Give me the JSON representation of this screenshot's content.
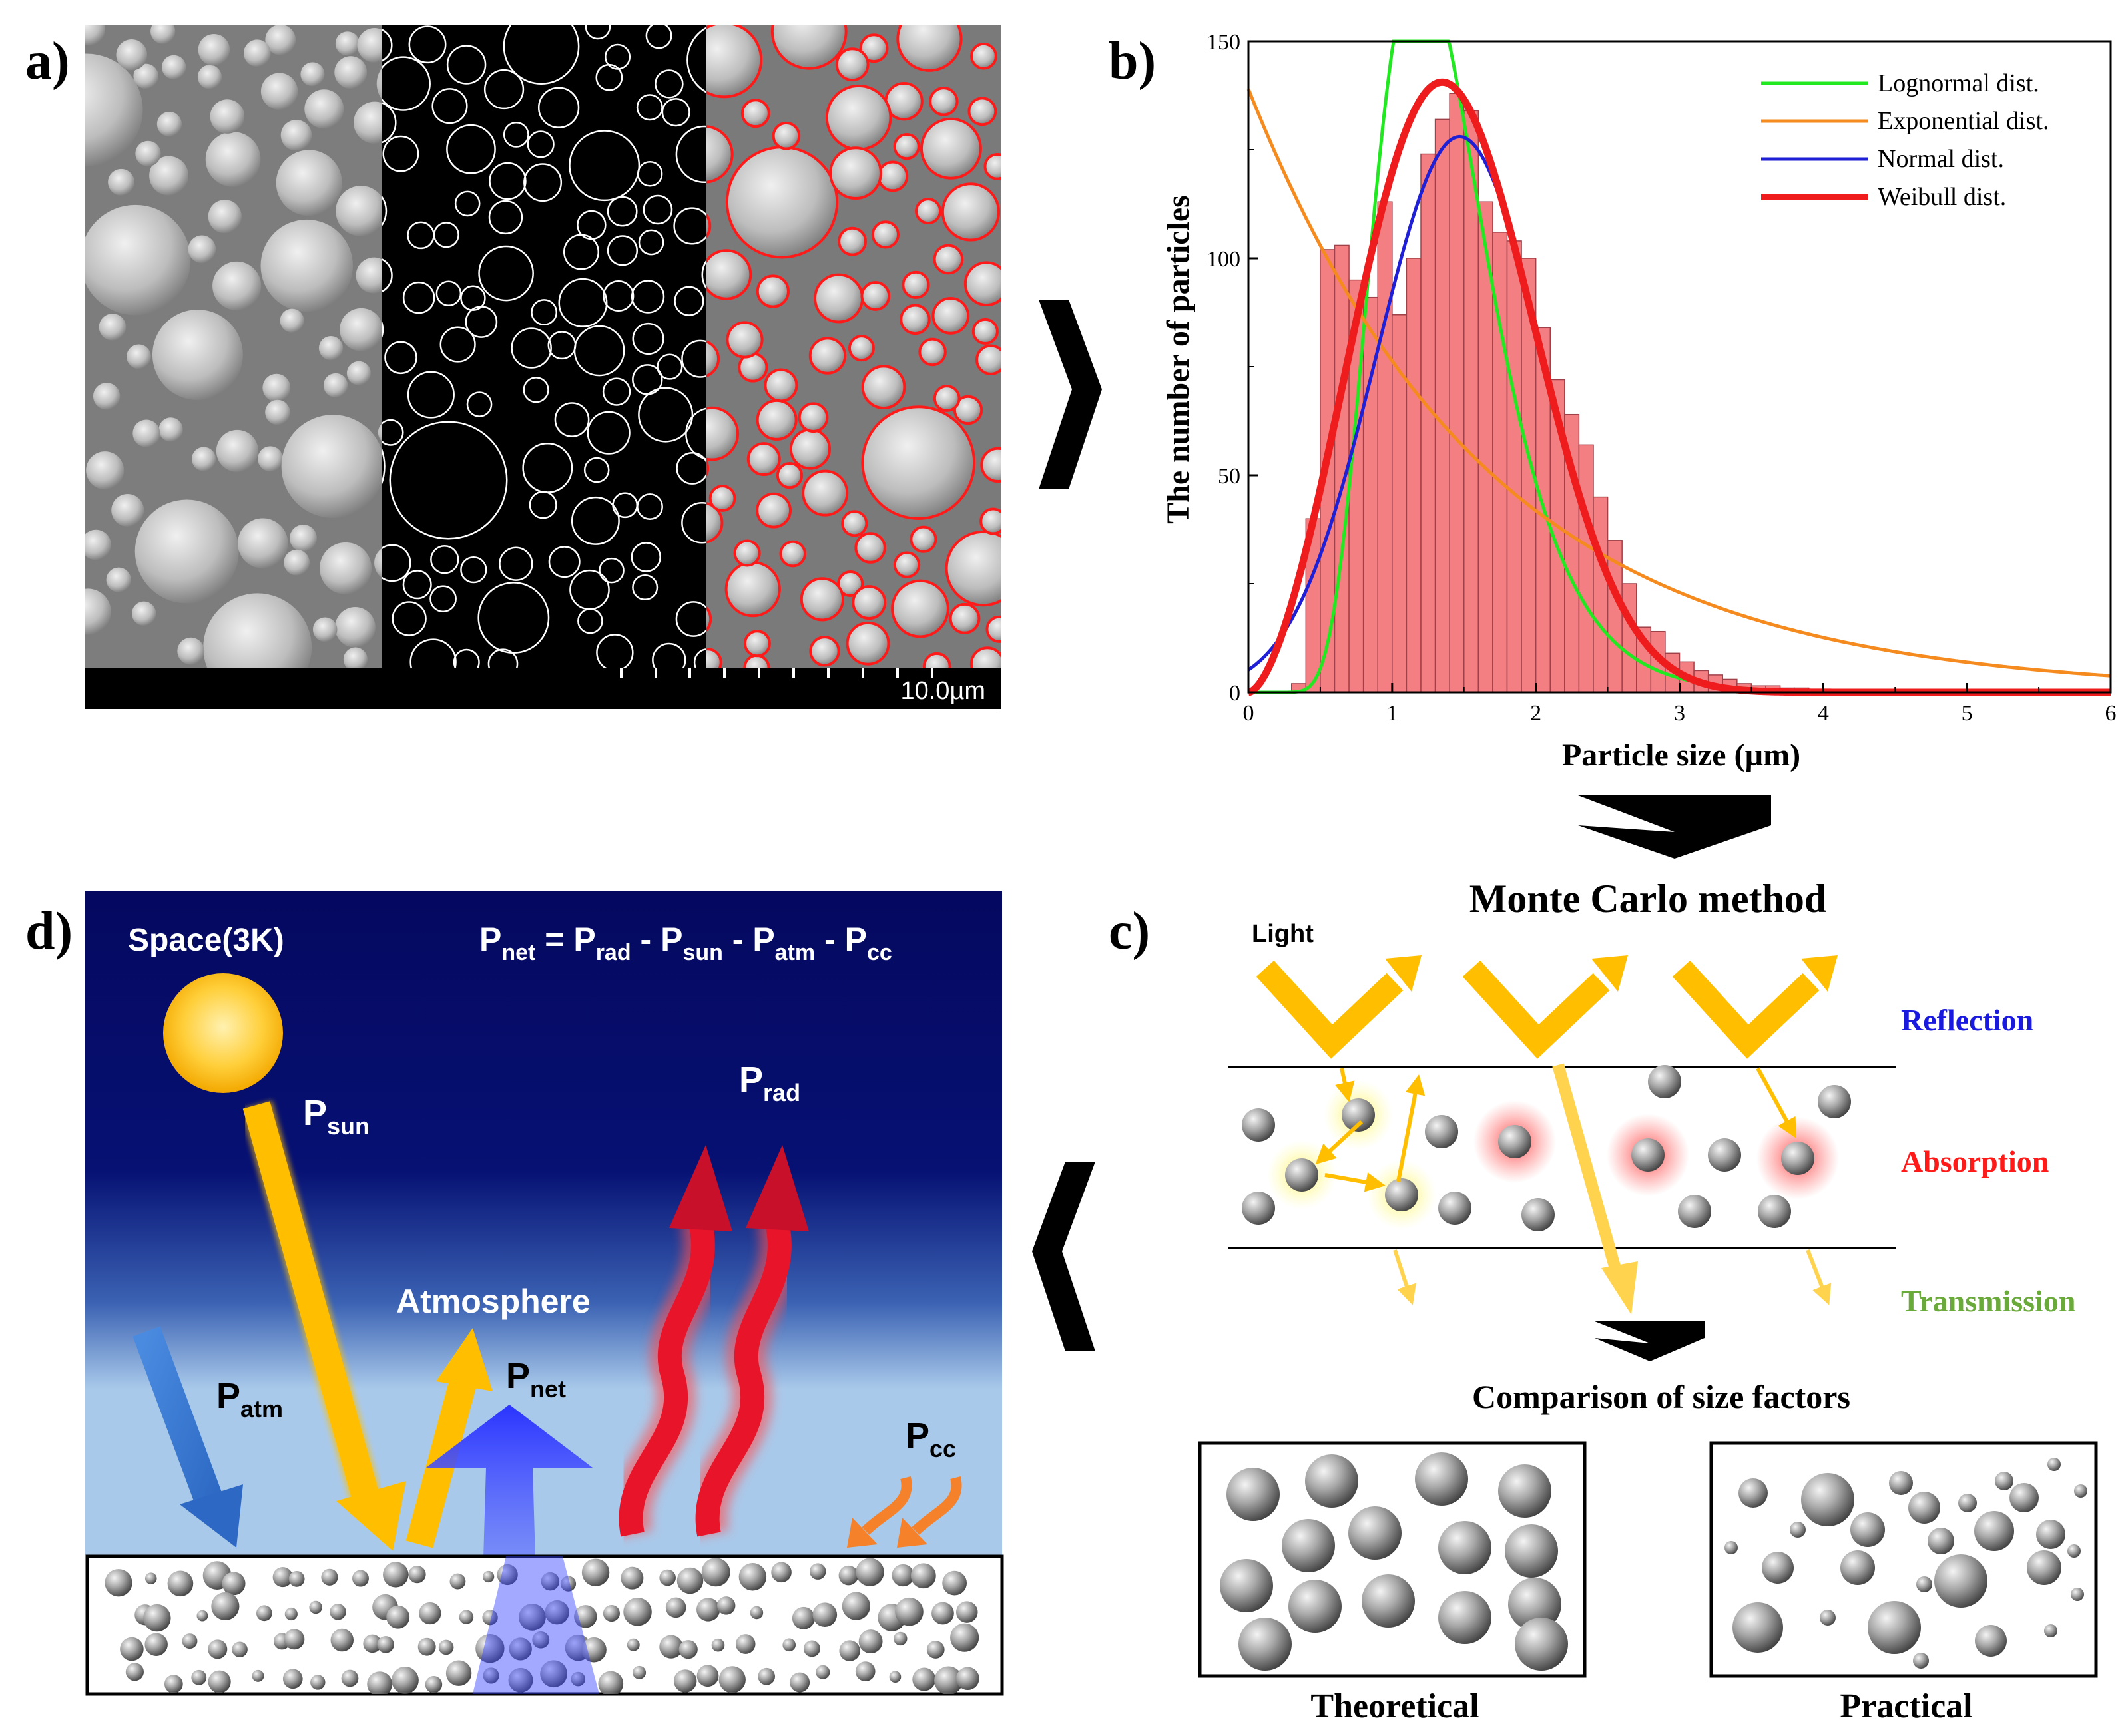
{
  "panels": {
    "a": {
      "label": "a)",
      "scale_bar": "10.0µm"
    },
    "b": {
      "label": "b)"
    },
    "c": {
      "label": "c)",
      "title": "Monte Carlo method",
      "light": "Light",
      "reflection": "Reflection",
      "absorption": "Absorption",
      "transmission": "Transmission",
      "comparison_title": "Comparison of size factors",
      "theoretical": "Theoretical",
      "practical": "Practical",
      "colors": {
        "reflection": "#1a1adf",
        "absorption": "#ff1a1a",
        "transmission": "#6aaa3a",
        "ray": "#ffbf00"
      }
    },
    "d": {
      "label": "d)",
      "space": "Space(3K)",
      "atmosphere": "Atmosphere",
      "equation": {
        "p": "P",
        "net_sub": "net",
        "equals": " = ",
        "rad_sub": "rad",
        "sun_sub": "sun",
        "atm_sub": "atm",
        "cc_sub": "cc",
        "minus": " - "
      },
      "labels": {
        "p_sun_main": "P",
        "p_sun_sub": "sun",
        "p_atm_main": "P",
        "p_atm_sub": "atm",
        "p_net_main": "P",
        "p_net_sub": "net",
        "p_rad_main": "P",
        "p_rad_sub": "rad",
        "p_cc_main": "P",
        "p_cc_sub": "cc"
      },
      "colors": {
        "sky_top": "#05085f",
        "sky_bottom": "#a9c9ea",
        "sun": "#ffc21a",
        "rad": "#e8152a",
        "atm": "#3f7fd4",
        "net": "#2638ff",
        "cc": "#f5822a"
      }
    }
  },
  "chart_data": {
    "type": "bar",
    "xlabel": "Particle size (µm)",
    "ylabel": "The number of particles",
    "xlim": [
      0,
      6
    ],
    "ylim": [
      0,
      150
    ],
    "xticks": [
      0,
      1,
      2,
      3,
      4,
      5,
      6
    ],
    "yticks": [
      0,
      50,
      100,
      150
    ],
    "legend_position": "top-right",
    "bin_width": 0.1,
    "histogram": {
      "x": [
        0.3,
        0.4,
        0.5,
        0.6,
        0.7,
        0.8,
        0.9,
        1.0,
        1.1,
        1.2,
        1.3,
        1.4,
        1.5,
        1.6,
        1.7,
        1.8,
        1.9,
        2.0,
        2.1,
        2.2,
        2.3,
        2.4,
        2.5,
        2.6,
        2.7,
        2.8,
        2.9,
        3.0,
        3.1,
        3.2,
        3.3,
        3.4,
        3.5,
        3.6,
        3.7,
        3.8,
        3.9,
        4.0
      ],
      "values": [
        2,
        40,
        102,
        103,
        95,
        91,
        113,
        87,
        100,
        124,
        132,
        138,
        134,
        113,
        106,
        104,
        100,
        84,
        72,
        64,
        57,
        45,
        35,
        25,
        15,
        14,
        9,
        7,
        5,
        4,
        3,
        2,
        1.5,
        1.5,
        1,
        1,
        0.5,
        0.5
      ],
      "color": "#f37f83"
    },
    "series": [
      {
        "name": "Lognormal dist.",
        "color": "#22e822",
        "model": "lognormal",
        "mu": 0.28,
        "sigma": 0.33,
        "scale": 212
      },
      {
        "name": "Exponential dist.",
        "color": "#f58a1f",
        "model": "exponential",
        "a0": 139,
        "rate": 0.6
      },
      {
        "name": "Normal dist.",
        "color": "#1f1fd6",
        "model": "normal",
        "mean": 1.47,
        "sd": 0.58,
        "peak": 128
      },
      {
        "name": "Weibull dist.",
        "color": "#ee1c1c",
        "model": "weibull",
        "k": 2.7,
        "lambda": 1.6,
        "scale": 140.6
      }
    ]
  }
}
